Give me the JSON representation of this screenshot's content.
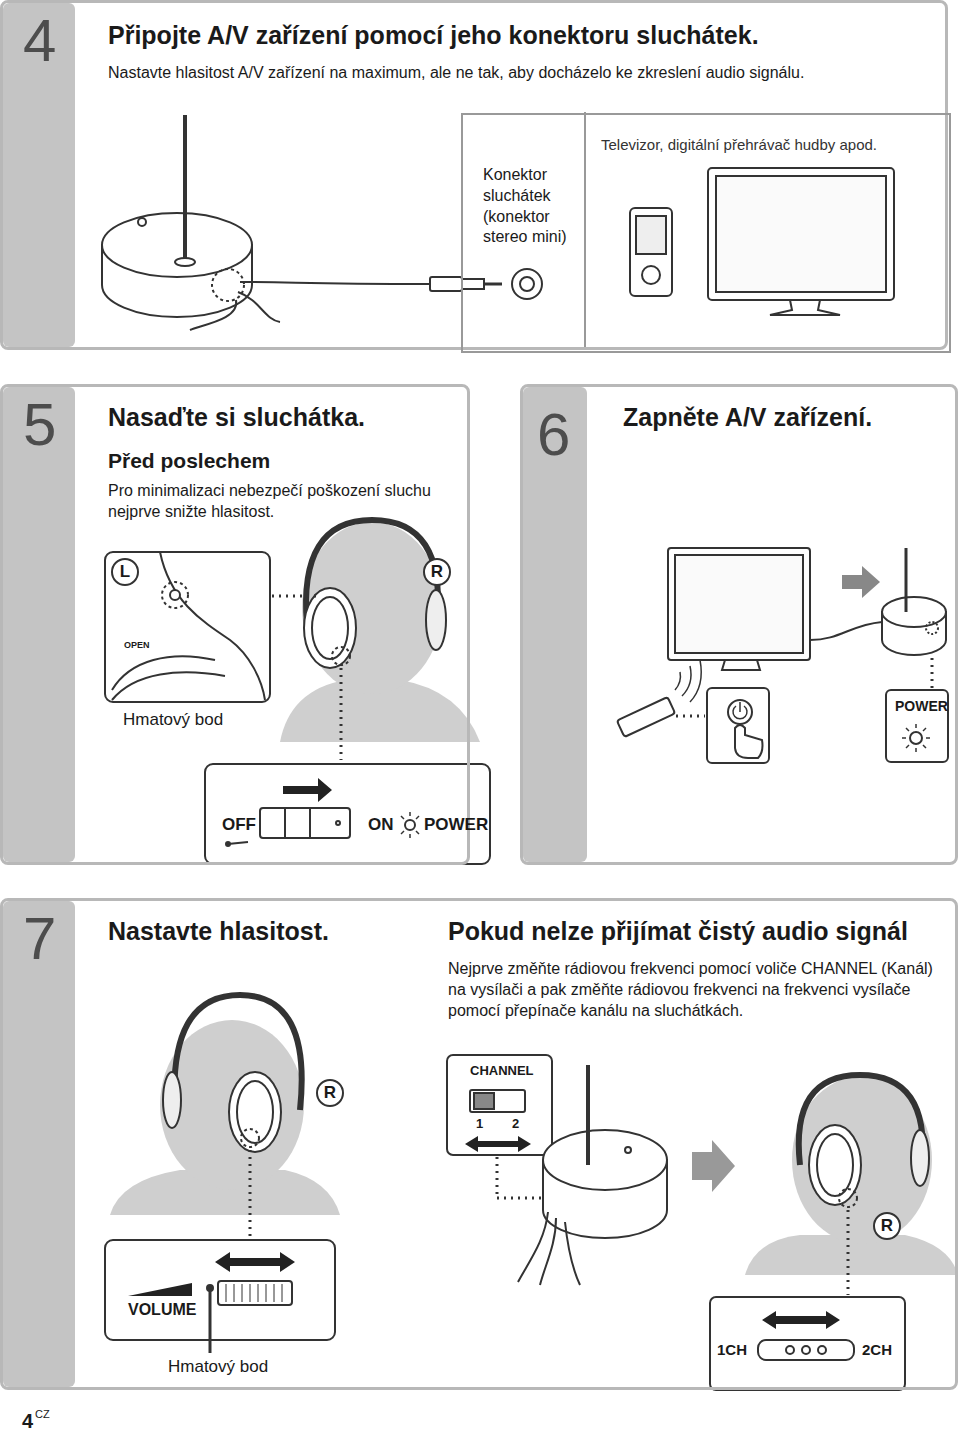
{
  "diagram": {
    "nodes": [
      {
        "text": [
          "4",
          "Připojte A/V zařízení pomocí jeho konektoru sluchátek.",
          "Nastavte hlasitost A/V zařízení na maximum, ale ne tak, aby docházelo ke zkreslení audio signálu."
        ]
      },
      {
        "text": [
          "Konektor sluchátek (konektor stereo mini)",
          "Televizor, digitální přehrávač hudby apod."
        ],
        "in": 0
      },
      {
        "text": [
          "5",
          "Nasaďte si sluchátka.",
          "Před poslechem",
          "Pro minimalizaci nebezpečí poškození sluchu nejprve snižte hlasitost."
        ]
      },
      {
        "text": [
          "6",
          "Zapněte A/V zařízení."
        ]
      },
      {
        "text": [
          "7",
          "Nastavte hlasitost.",
          "Pokud nelze přijímat čistý audio signál",
          "Nejprve změňte rádiovou frekvenci pomocí voliče CHANNEL (Kanál) na vysílači a pak změňte rádiovou frekvenci na frekvenci vysílače pomocí přepínače kanálu na sluchátkách."
        ]
      }
    ],
    "labels": [
      "OPEN",
      "L",
      "R",
      "Hmatový bod",
      "OFF",
      "ON",
      "POWER",
      "POWER",
      "R",
      "VOLUME",
      "Hmatový bod",
      "CHANNEL",
      "1",
      "2",
      "R",
      "1CH",
      "2CH",
      "4",
      "CZ"
    ]
  }
}
